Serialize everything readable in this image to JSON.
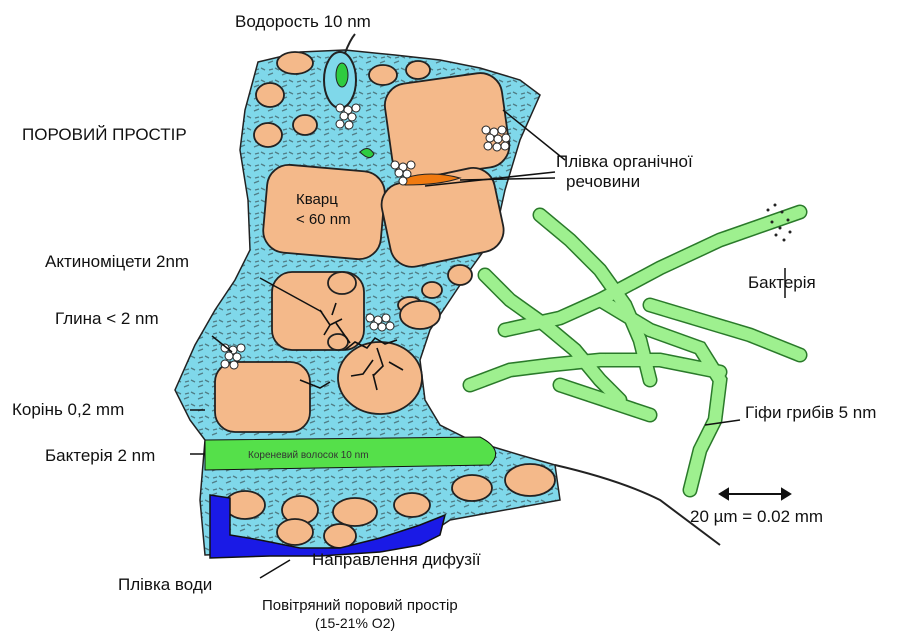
{
  "labels": {
    "algae": "Водорость 10 nm",
    "pore_space": "ПОРОВИЙ ПРОСТІР",
    "organic_film_1": "Плівка органічної",
    "organic_film_2": "речовини",
    "quartz_1": "Кварц",
    "quartz_2": "< 60 nm",
    "actinomycetes": "Актиноміцети 2nm",
    "clay": "Глина < 2 nm",
    "root": "Корінь 0,2 mm",
    "bacteria_left": "Бактерія  2 nm",
    "root_hair": "Кореневий волосок 10  nm",
    "bacteria_right": "Бактерія",
    "hyphae": "Гіфи грибів 5 nm",
    "scale": "20 µm = 0.02 mm",
    "water_film": "Плівка води",
    "diffusion": "Направлення дифузії",
    "air_pore_1": "Повітряний поровий простір",
    "air_pore_2": "(15-21% O2)"
  },
  "colors": {
    "pore_water": "#7fd8ea",
    "mineral": "#f4b98a",
    "hyphae": "#9ef08f",
    "root_hair": "#55e04a",
    "water_film": "#1a1ae6",
    "organic_film": "#f07a10"
  }
}
